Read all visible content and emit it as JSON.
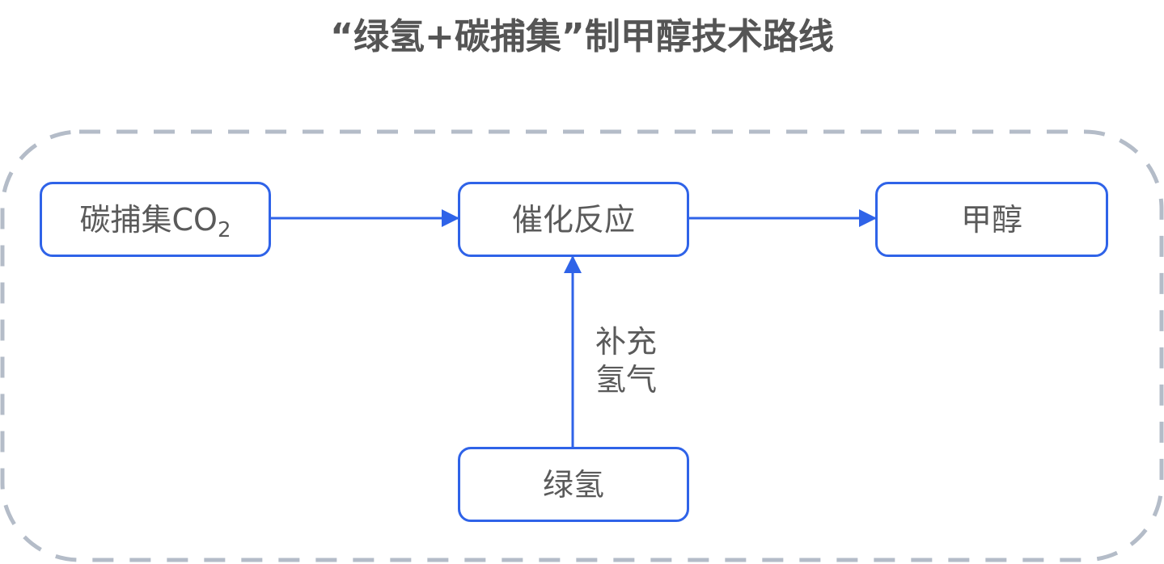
{
  "title": "“绿氢+碳捕集”制甲醇技术路线",
  "colors": {
    "node_border": "#2f63e8",
    "arrow": "#2f63e8",
    "container_dash": "#b4bcc8",
    "text": "#5a5a5a",
    "title": "#555555"
  },
  "nodes": {
    "co2": {
      "label": "碳捕集CO",
      "subscript": "2"
    },
    "reaction": {
      "label": "催化反应"
    },
    "methanol": {
      "label": "甲醇"
    },
    "green_h2": {
      "label": "绿氢"
    }
  },
  "edges": [
    {
      "from": "co2",
      "to": "reaction",
      "label": ""
    },
    {
      "from": "reaction",
      "to": "methanol",
      "label": ""
    },
    {
      "from": "green_h2",
      "to": "reaction",
      "label_line1": "补充",
      "label_line2": "氢气"
    }
  ]
}
